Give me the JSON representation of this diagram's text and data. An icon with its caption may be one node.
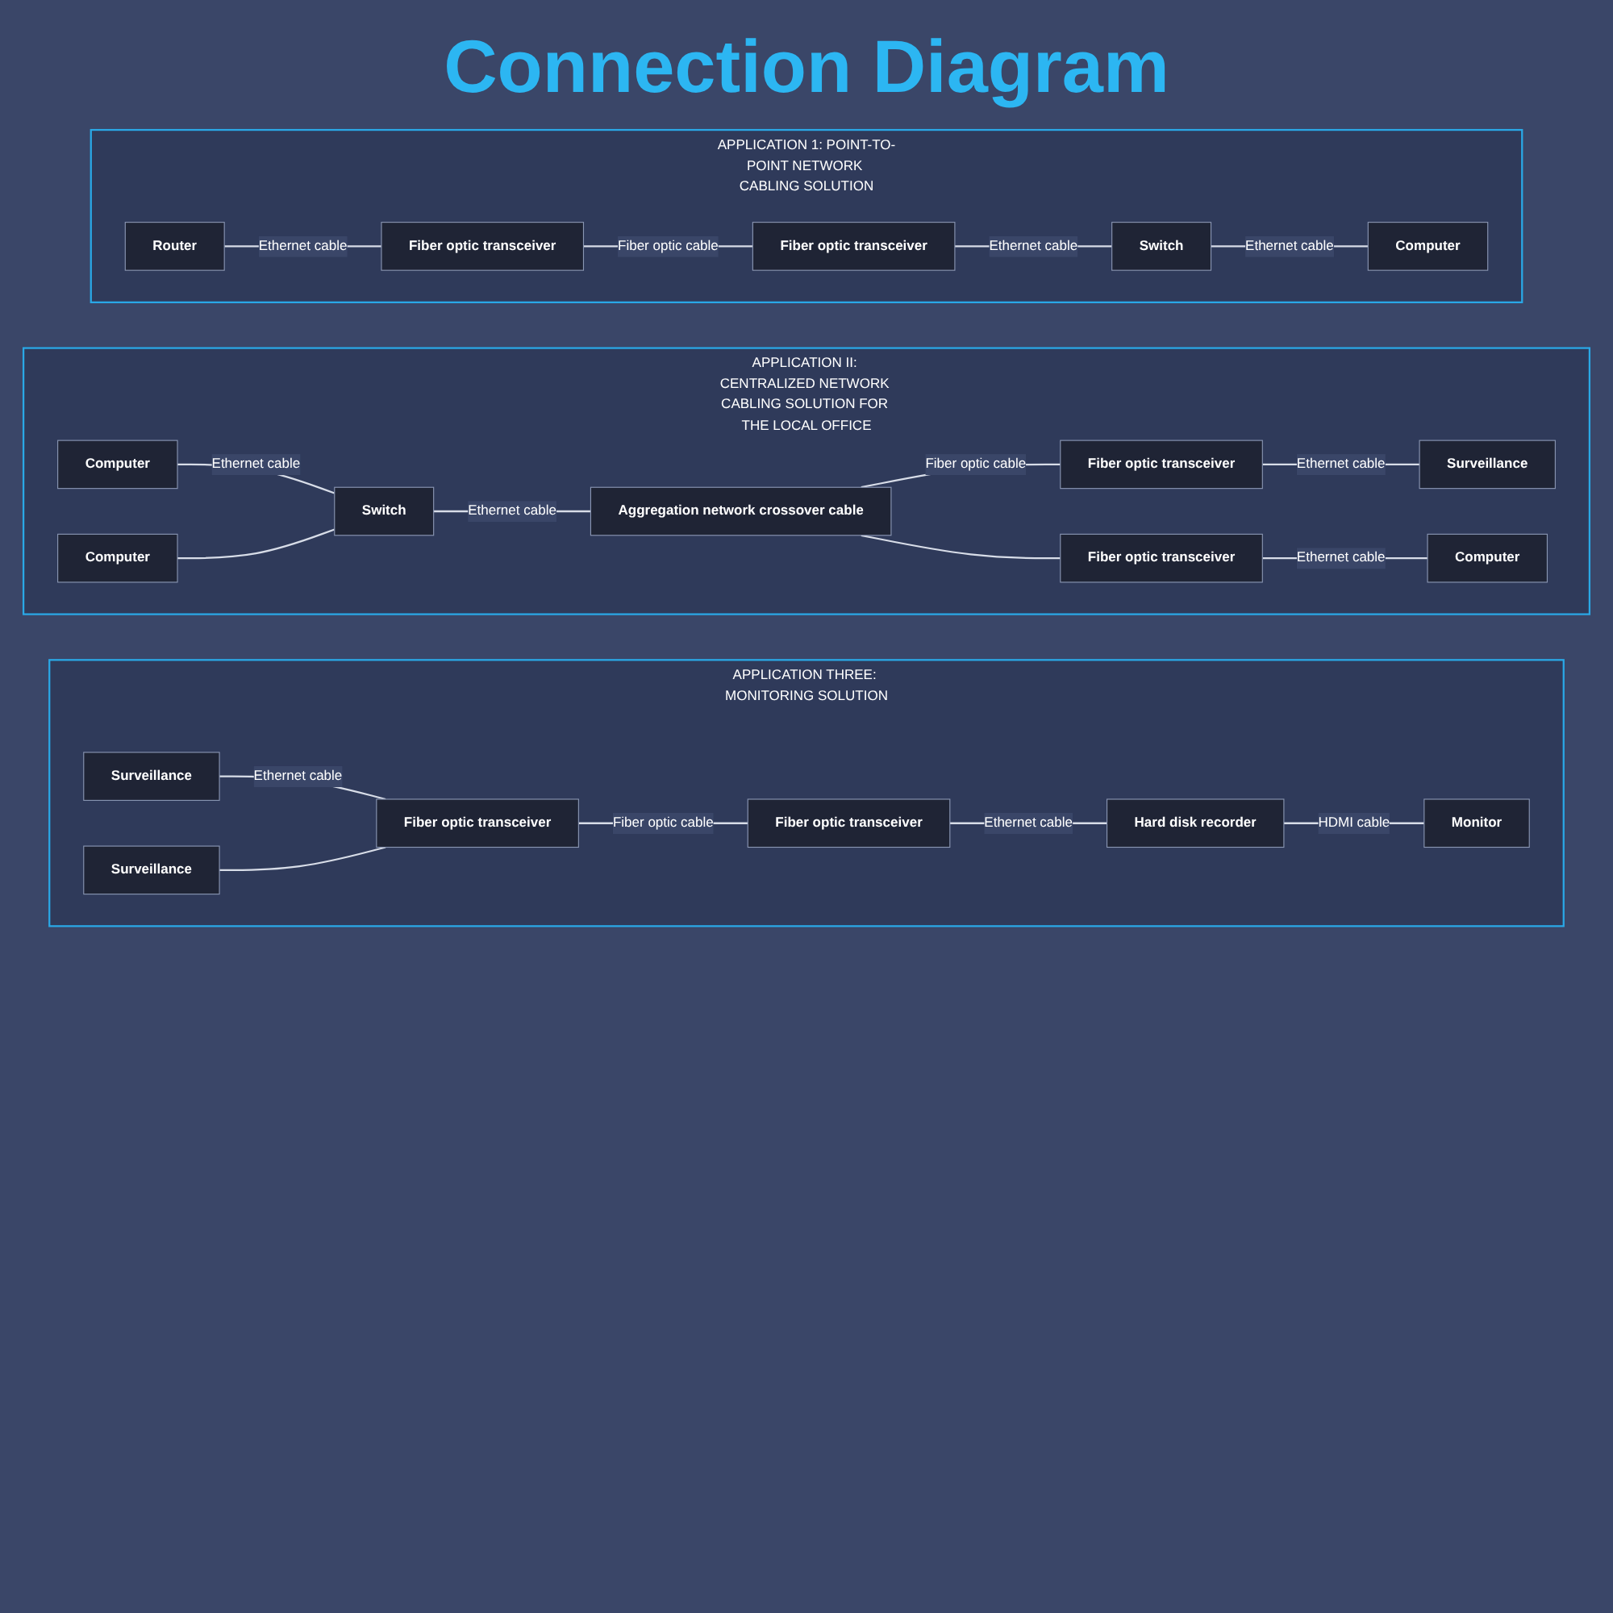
{
  "diagram": {
    "title": "Connection Diagram",
    "nodes": [
      {
        "text": [
          "APPLICATION 1: POINT-TO-POINT NETWORK CABLING SOLUTION"
        ]
      },
      {
        "text": [
          "Router"
        ],
        "in": 0
      },
      {
        "text": [
          "Fiber optic transceiver"
        ],
        "in": 0
      },
      {
        "text": [
          "Fiber optic transceiver"
        ],
        "in": 0
      },
      {
        "text": [
          "Switch"
        ],
        "in": 0
      },
      {
        "text": [
          "Computer"
        ],
        "in": 0
      },
      {
        "text": [
          "APPLICATION II: CENTRALIZED NETWORK CABLING SOLUTION FOR THE LOCAL OFFICE"
        ]
      },
      {
        "text": [
          "Computer"
        ],
        "in": 6
      },
      {
        "text": [
          "Computer"
        ],
        "in": 6
      },
      {
        "text": [
          "Switch"
        ],
        "in": 6
      },
      {
        "text": [
          "Aggregation network crossover cable"
        ],
        "in": 6
      },
      {
        "text": [
          "Fiber optic transceiver"
        ],
        "in": 6
      },
      {
        "text": [
          "Surveillance"
        ],
        "in": 6
      },
      {
        "text": [
          "Fiber optic transceiver"
        ],
        "in": 6
      },
      {
        "text": [
          "Computer"
        ],
        "in": 6
      },
      {
        "text": [
          "APPLICATION THREE: MONITORING SOLUTION"
        ]
      },
      {
        "text": [
          "Surveillance"
        ],
        "in": 15
      },
      {
        "text": [
          "Surveillance"
        ],
        "in": 15
      },
      {
        "text": [
          "Fiber optic transceiver"
        ],
        "in": 15
      },
      {
        "text": [
          "Fiber optic transceiver"
        ],
        "in": 15
      },
      {
        "text": [
          "Hard disk recorder"
        ],
        "in": 15
      },
      {
        "text": [
          "Monitor"
        ],
        "in": 15
      }
    ],
    "edges": [
      {
        "from": 1,
        "to": 2,
        "arrow": "none",
        "label": "Ethernet cable"
      },
      {
        "from": 2,
        "to": 3,
        "arrow": "none",
        "label": "Fiber optic cable"
      },
      {
        "from": 3,
        "to": 4,
        "arrow": "none",
        "label": "Ethernet cable"
      },
      {
        "from": 4,
        "to": 5,
        "arrow": "none",
        "label": "Ethernet cable"
      },
      {
        "from": 7,
        "to": 9,
        "arrow": "none",
        "label": "Ethernet cable"
      },
      {
        "from": 8,
        "to": 9,
        "arrow": "none"
      },
      {
        "from": 9,
        "to": 10,
        "arrow": "none",
        "label": "Ethernet cable"
      },
      {
        "from": 10,
        "to": 11,
        "arrow": "none",
        "label": "Fiber optic cable"
      },
      {
        "from": 10,
        "to": 13,
        "arrow": "none"
      },
      {
        "from": 11,
        "to": 12,
        "arrow": "none",
        "label": "Ethernet cable"
      },
      {
        "from": 13,
        "to": 14,
        "arrow": "none",
        "label": "Ethernet cable"
      },
      {
        "from": 16,
        "to": 18,
        "arrow": "none",
        "label": "Ethernet cable"
      },
      {
        "from": 17,
        "to": 18,
        "arrow": "none"
      },
      {
        "from": 18,
        "to": 19,
        "arrow": "none",
        "label": "Fiber optic cable"
      },
      {
        "from": 19,
        "to": 20,
        "arrow": "none",
        "label": "Ethernet cable"
      },
      {
        "from": 20,
        "to": 21,
        "arrow": "none",
        "label": "HDMI cable"
      }
    ]
  }
}
